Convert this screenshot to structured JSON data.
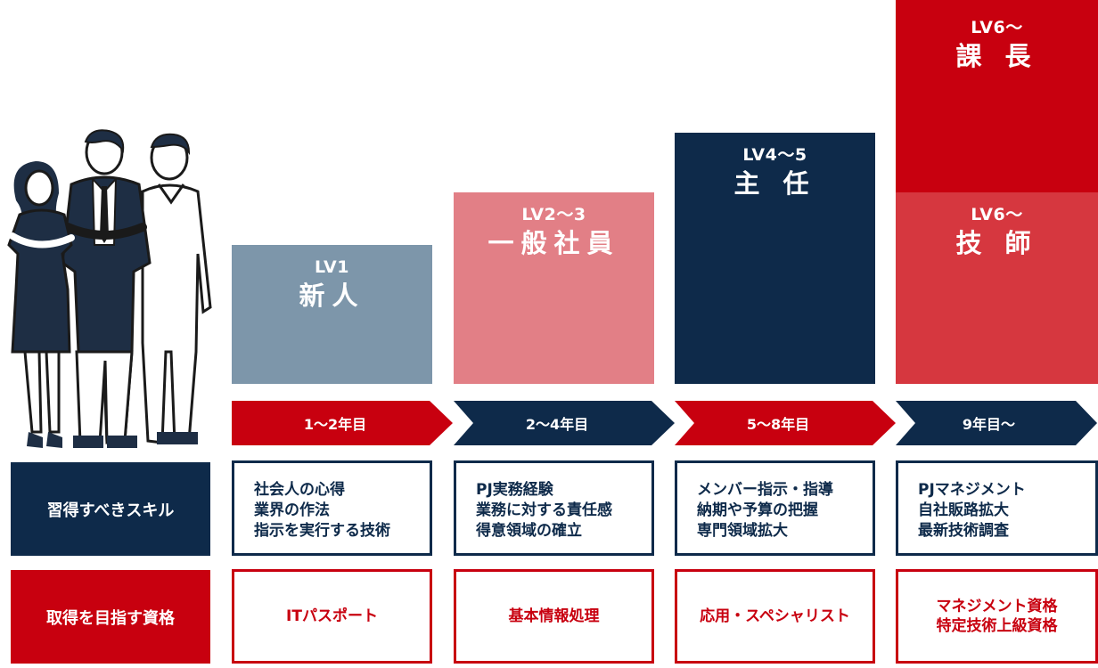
{
  "levels": [
    {
      "lv": "LV1",
      "title": "新人"
    },
    {
      "lv": "LV2〜3",
      "title": "一般社員"
    },
    {
      "lv": "LV4〜5",
      "title": "主 任"
    },
    {
      "lv": "LV6〜",
      "title": "課 長"
    },
    {
      "lv": "LV6〜",
      "title": "技 師"
    }
  ],
  "years": [
    "1〜2年目",
    "2〜4年目",
    "5〜8年目",
    "9年目〜"
  ],
  "rows": {
    "skills_label": "習得すべきスキル",
    "certs_label": "取得を目指す資格"
  },
  "skills": [
    [
      "社会人の心得",
      "業界の作法",
      "指示を実行する技術"
    ],
    [
      "PJ実務経験",
      "業務に対する責任感",
      "得意領域の確立"
    ],
    [
      "メンバー指示・指導",
      "納期や予算の把握",
      "専門領域拡大"
    ],
    [
      "PJマネジメント",
      "自社販路拡大",
      "最新技術調査"
    ]
  ],
  "certs": [
    [
      "ITパスポート"
    ],
    [
      "基本情報処理"
    ],
    [
      "応用・スペシャリスト"
    ],
    [
      "マネジメント資格",
      "特定技術上級資格"
    ]
  ],
  "colors": {
    "navy": "#0e2a4a",
    "red": "#c8000f",
    "gray_blue": "#7d96aa",
    "pink": "#e27f86",
    "light_red": "#d6373f"
  },
  "icons": {
    "people": "business-people-illustration"
  }
}
